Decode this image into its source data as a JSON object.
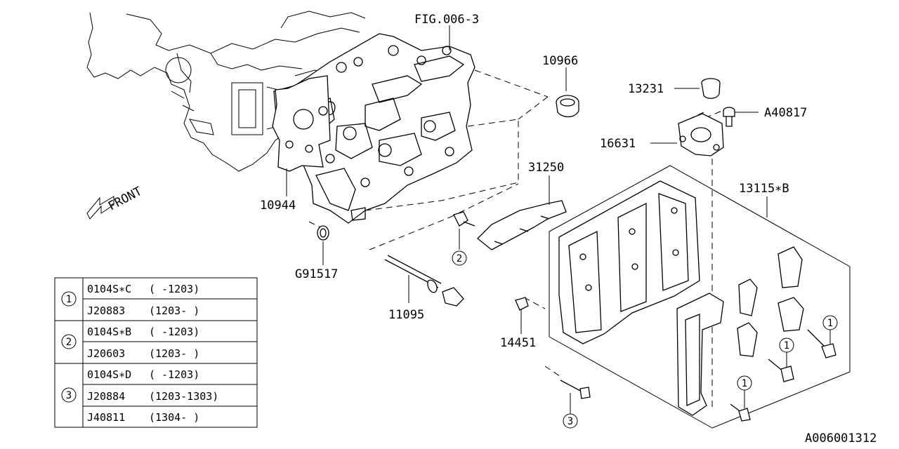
{
  "fig_ref": "FIG.006-3",
  "front_label": "FRONT",
  "diagram_id": "A006001312",
  "parts": {
    "p10966": "10966",
    "p13231": "13231",
    "pA40817": "A40817",
    "p16631": "16631",
    "p31250": "31250",
    "p13115B": "13115∗B",
    "p10944": "10944",
    "pG91517": "G91517",
    "p11095": "11095",
    "p14451": "14451"
  },
  "callouts": {
    "c1": "1",
    "c2": "2",
    "c3": "3"
  },
  "legend": {
    "groups": [
      {
        "num": "1",
        "rows": [
          {
            "part": "0104S∗C",
            "range": "( -1203)"
          },
          {
            "part": "J20883",
            "range": "(1203- )"
          }
        ]
      },
      {
        "num": "2",
        "rows": [
          {
            "part": "0104S∗B",
            "range": "( -1203)"
          },
          {
            "part": "J20603",
            "range": "(1203- )"
          }
        ]
      },
      {
        "num": "3",
        "rows": [
          {
            "part": "0104S∗D",
            "range": "( -1203)"
          },
          {
            "part": "J20884",
            "range": "(1203-1303)"
          },
          {
            "part": "J40811",
            "range": "(1304- )"
          }
        ]
      }
    ]
  }
}
